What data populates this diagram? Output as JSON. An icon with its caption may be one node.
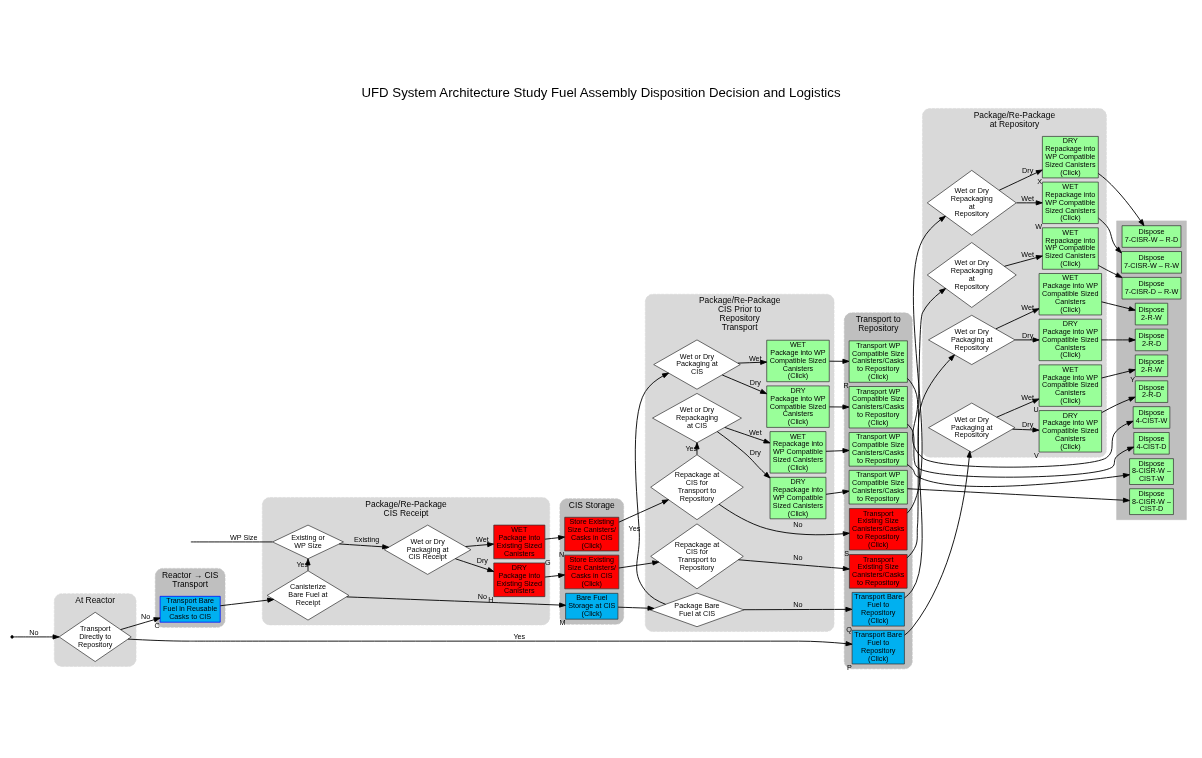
{
  "diagram": {
    "title": "UFD System Architecture Study Fuel Assembly Disposition Decision and Logistics",
    "nodes": [
      {
        "text": [
          "At Reactor"
        ]
      },
      {
        "text": [
          "Reactor → CIS Transport"
        ]
      },
      {
        "text": [
          "Package/Re-Package CIS Receipt"
        ]
      },
      {
        "text": [
          "CIS Storage"
        ]
      },
      {
        "text": [
          "Package/Re-Package CIS Prior to Repository Transport"
        ]
      },
      {
        "text": [
          "Transport to Repository"
        ]
      },
      {
        "text": [
          "Package/Re-Package at Repository"
        ]
      },
      {
        "text": [],
        "shape": "band"
      },
      {
        "text": [
          "Transport Directly to Repository"
        ],
        "in": 0
      },
      {
        "text": [
          "Transport Bare Fuel in Reusable Casks to CIS"
        ],
        "in": 1,
        "beside": [
          "C"
        ]
      },
      {
        "text": [
          "Canisterize Bare Fuel at Receipt"
        ],
        "in": 2
      },
      {
        "text": [
          "Existing or WP Size"
        ],
        "in": 2
      },
      {
        "text": [
          "Wet or Dry Packaging at CIS Receipt"
        ],
        "in": 2
      },
      {
        "text": [
          "WET",
          "Package into Existing Sized Canisters"
        ],
        "in": 2,
        "beside": [
          "G"
        ]
      },
      {
        "text": [
          "DRY",
          "Package into Existing Sized Canisters"
        ],
        "in": 2,
        "beside": [
          "H"
        ]
      },
      {
        "text": [
          "Bare Fuel Storage at CIS (Click)"
        ],
        "in": 3,
        "beside": [
          "M"
        ]
      },
      {
        "text": [
          "Store Existing Size Canisters/ Casks in CIS (Click)"
        ],
        "in": 3,
        "beside": [
          "N"
        ]
      },
      {
        "text": [
          "Store Existing Size Canisters/ Casks in CIS (Click)"
        ],
        "in": 3
      },
      {
        "text": [
          "Package Bare Fuel at CIS"
        ],
        "in": 4
      },
      {
        "text": [
          "Wet or Dry Packaging at CIS"
        ],
        "in": 4
      },
      {
        "text": [
          "WET",
          "Package into WP Compatible Sized Canisters (Click)"
        ],
        "in": 4
      },
      {
        "text": [
          "DRY",
          "Package into WP Compatible Sized Canisters (Click)"
        ],
        "in": 4
      },
      {
        "text": [
          "Repackage at CIS for Transport to Repository"
        ],
        "in": 4
      },
      {
        "text": [
          "Wet or Dry Repackaging at CIS"
        ],
        "in": 4
      },
      {
        "text": [
          "WET",
          "Repackage into WP Compatible Sized Canisters (Click)"
        ],
        "in": 4
      },
      {
        "text": [
          "DRY",
          "Repackage into WP Compatible Sized Canisters (Click)"
        ],
        "in": 4
      },
      {
        "text": [
          "Repackage at CIS for Transport to Repository"
        ],
        "in": 4
      },
      {
        "text": [
          "Transport Bare Fuel to Repository (Click)"
        ],
        "in": 5,
        "beside": [
          "P"
        ]
      },
      {
        "text": [
          "Transport Bare Fuel to Repository (Click)"
        ],
        "in": 5,
        "beside": [
          "Q"
        ]
      },
      {
        "text": [
          "Transport WP Compatible Size Canisters/Casks to Repository (Click)"
        ],
        "in": 5,
        "beside": [
          "R"
        ]
      },
      {
        "text": [
          "Transport WP Compatible Size Canisters/Casks to Repository (Click)"
        ],
        "in": 5
      },
      {
        "text": [
          "Transport Existing Size Canisters/Casks to Repository (Click)"
        ],
        "in": 5,
        "beside": [
          "S"
        ]
      },
      {
        "text": [
          "Transport WP Compatible Size Canisters/Casks to Repository"
        ],
        "in": 5
      },
      {
        "text": [
          "Transport WP Compatible Size Canisters/Casks to Repository"
        ],
        "in": 5
      },
      {
        "text": [
          "Transport Existing Size Canisters/Casks to Repository"
        ],
        "in": 5
      },
      {
        "text": [
          "Wet or Dry Packaging at Repository"
        ],
        "in": 6
      },
      {
        "text": [
          "WET",
          "Package into WP Compatible Sized Canisters (Click)"
        ],
        "in": 6,
        "beside": [
          "U"
        ]
      },
      {
        "text": [
          "DRY",
          "Package into WP Compatible Sized Canisters (Click)"
        ],
        "in": 6,
        "beside": [
          "V"
        ]
      },
      {
        "text": [
          "Wet or Dry Packaging at Repository"
        ],
        "in": 6
      },
      {
        "text": [
          "WET",
          "Package into WP Compatible Sized Canisters (Click)"
        ],
        "in": 6
      },
      {
        "text": [
          "DRY",
          "Package into WP Compatible Sized Canisters (Click)"
        ],
        "in": 6
      },
      {
        "text": [
          "Wet or Dry Repackaging at Repository"
        ],
        "in": 6
      },
      {
        "text": [
          "WET",
          "Repackage into WP Compatible Sized Canisters (Click)"
        ],
        "in": 6,
        "beside": [
          "W"
        ]
      },
      {
        "text": [
          "DRY",
          "Repackage into WP Compatible Sized Canisters (Click)"
        ],
        "in": 6,
        "beside": [
          "X"
        ]
      },
      {
        "text": [
          "Wet or Dry Repackaging at Repository"
        ],
        "in": 6
      },
      {
        "text": [
          "WET",
          "Repackage into WP Compatible Sized Canisters (Click)"
        ],
        "in": 6
      },
      {
        "text": [
          "Dispose",
          "2-R-W"
        ],
        "in": 7,
        "beside": [
          "Y"
        ]
      },
      {
        "text": [
          "Dispose",
          "2-R-D"
        ],
        "in": 7
      },
      {
        "text": [
          "Dispose",
          "2-R-W"
        ],
        "in": 7
      },
      {
        "text": [
          "Dispose",
          "2-R-D"
        ],
        "in": 7
      },
      {
        "text": [
          "Dispose",
          "4-CIST-W"
        ],
        "in": 7
      },
      {
        "text": [
          "Dispose",
          "4-CIST-D"
        ],
        "in": 7
      },
      {
        "text": [
          "Dispose",
          "7-CISR-W – R-W"
        ],
        "in": 7
      },
      {
        "text": [
          "Dispose",
          "7-CISR-W – R-D"
        ],
        "in": 7
      },
      {
        "text": [
          "Dispose",
          "8-CISR-W – CIST-W"
        ],
        "in": 7
      },
      {
        "text": [
          "Dispose",
          "8-CISR-W – CIST-D"
        ],
        "in": 7
      },
      {
        "text": [
          "Dispose",
          "7-CISR-D – R-W"
        ],
        "in": 7
      }
    ],
    "edges": [
      {
        "from": null,
        "to": 8,
        "arrow": "to",
        "label": "No"
      },
      {
        "from": 8,
        "to": 27,
        "arrow": "to",
        "label": "Yes"
      },
      {
        "from": 8,
        "to": 9,
        "arrow": "to",
        "label": "No"
      },
      {
        "from": 9,
        "to": 10,
        "arrow": "to"
      },
      {
        "from": 10,
        "to": 15,
        "arrow": "to",
        "label": "No"
      },
      {
        "from": 10,
        "to": 11,
        "arrow": "to",
        "label": "Yes"
      },
      {
        "from": 11,
        "to": 12,
        "arrow": "to",
        "label": "Existing"
      },
      {
        "from": 11,
        "to": null,
        "arrow": "none",
        "label": "WP Size"
      },
      {
        "from": 12,
        "to": 13,
        "arrow": "to",
        "label": "Wet"
      },
      {
        "from": 12,
        "to": 14,
        "arrow": "to",
        "label": "Dry"
      },
      {
        "from": 13,
        "to": 16,
        "arrow": "to"
      },
      {
        "from": 14,
        "to": 17,
        "arrow": "to"
      },
      {
        "from": 15,
        "to": 18,
        "arrow": "to"
      },
      {
        "from": 18,
        "to": 28,
        "arrow": "to",
        "label": "No"
      },
      {
        "from": 18,
        "to": 19,
        "arrow": "to",
        "label": "Yes"
      },
      {
        "from": 19,
        "to": 20,
        "arrow": "to",
        "label": "Wet"
      },
      {
        "from": 19,
        "to": 21,
        "arrow": "to",
        "label": "Dry"
      },
      {
        "from": 20,
        "to": 29,
        "arrow": "to"
      },
      {
        "from": 21,
        "to": 30,
        "arrow": "to"
      },
      {
        "from": 29,
        "to": 50,
        "arrow": "to"
      },
      {
        "from": 30,
        "to": 51,
        "arrow": "to"
      },
      {
        "from": 16,
        "to": 22,
        "arrow": "to"
      },
      {
        "from": 22,
        "to": 31,
        "arrow": "to",
        "label": "No"
      },
      {
        "from": 22,
        "to": 23,
        "arrow": "to",
        "label": "Yes"
      },
      {
        "from": 23,
        "to": 24,
        "arrow": "to",
        "label": "Wet"
      },
      {
        "from": 23,
        "to": 25,
        "arrow": "to",
        "label": "Dry"
      },
      {
        "from": 24,
        "to": 32,
        "arrow": "to"
      },
      {
        "from": 25,
        "to": 33,
        "arrow": "to"
      },
      {
        "from": 32,
        "to": 54,
        "arrow": "to"
      },
      {
        "from": 33,
        "to": 55,
        "arrow": "to"
      },
      {
        "from": 17,
        "to": 26,
        "arrow": "to"
      },
      {
        "from": 26,
        "to": 34,
        "arrow": "to",
        "label": "No"
      },
      {
        "from": 27,
        "to": 35,
        "arrow": "to"
      },
      {
        "from": 35,
        "to": 36,
        "arrow": "to",
        "label": "Wet"
      },
      {
        "from": 35,
        "to": 37,
        "arrow": "to",
        "label": "Dry"
      },
      {
        "from": 36,
        "to": 46,
        "arrow": "to"
      },
      {
        "from": 37,
        "to": 47,
        "arrow": "to"
      },
      {
        "from": 28,
        "to": 38,
        "arrow": "to"
      },
      {
        "from": 38,
        "to": 39,
        "arrow": "to",
        "label": "Wet"
      },
      {
        "from": 38,
        "to": 40,
        "arrow": "to",
        "label": "Dry"
      },
      {
        "from": 39,
        "to": 48,
        "arrow": "to"
      },
      {
        "from": 40,
        "to": 49,
        "arrow": "to"
      },
      {
        "from": 31,
        "to": 41,
        "arrow": "to"
      },
      {
        "from": 41,
        "to": 42,
        "arrow": "to",
        "label": "Wet"
      },
      {
        "from": 41,
        "to": 43,
        "arrow": "to",
        "label": "Dry"
      },
      {
        "from": 42,
        "to": 52,
        "arrow": "to"
      },
      {
        "from": 43,
        "to": 53,
        "arrow": "to"
      },
      {
        "from": 34,
        "to": 44,
        "arrow": "to"
      },
      {
        "from": 44,
        "to": 45,
        "arrow": "to",
        "label": "Wet"
      },
      {
        "from": 45,
        "to": 56,
        "arrow": "to"
      }
    ]
  }
}
